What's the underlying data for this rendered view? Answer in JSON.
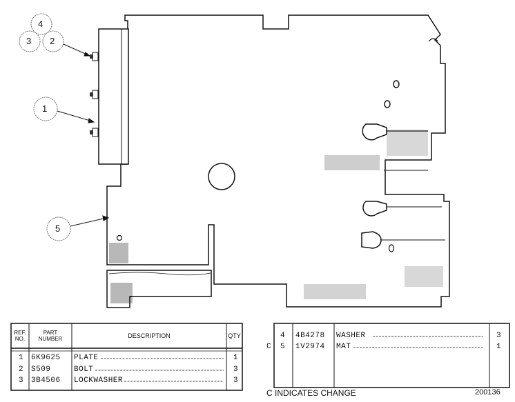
{
  "callouts": [
    {
      "ref": "4"
    },
    {
      "ref": "3"
    },
    {
      "ref": "2"
    },
    {
      "ref": "1"
    },
    {
      "ref": "5"
    }
  ],
  "parts_table_left": {
    "headers": {
      "ref_line1": "REF.",
      "ref_line2": "NO.",
      "part_line1": "PART",
      "part_line2": "NUMBER",
      "description": "DESCRIPTION",
      "qty": "QTY"
    },
    "rows": [
      {
        "ref": "1",
        "part": "6K9625",
        "desc": "PLATE",
        "qty": "1"
      },
      {
        "ref": "2",
        "part": "S509",
        "desc": "BOLT",
        "qty": "3"
      },
      {
        "ref": "3",
        "part": "3B4506",
        "desc": "LOCKWASHER",
        "qty": "3"
      }
    ]
  },
  "parts_table_right": {
    "rows": [
      {
        "change": "",
        "ref": "4",
        "part": "4B4278",
        "desc": "WASHER",
        "qty": "3"
      },
      {
        "change": "C",
        "ref": "5",
        "part": "1V2974",
        "desc": "MAT",
        "qty": "1"
      }
    ]
  },
  "footer": {
    "change_note": "C INDICATES CHANGE",
    "drawing_number": "200136"
  }
}
